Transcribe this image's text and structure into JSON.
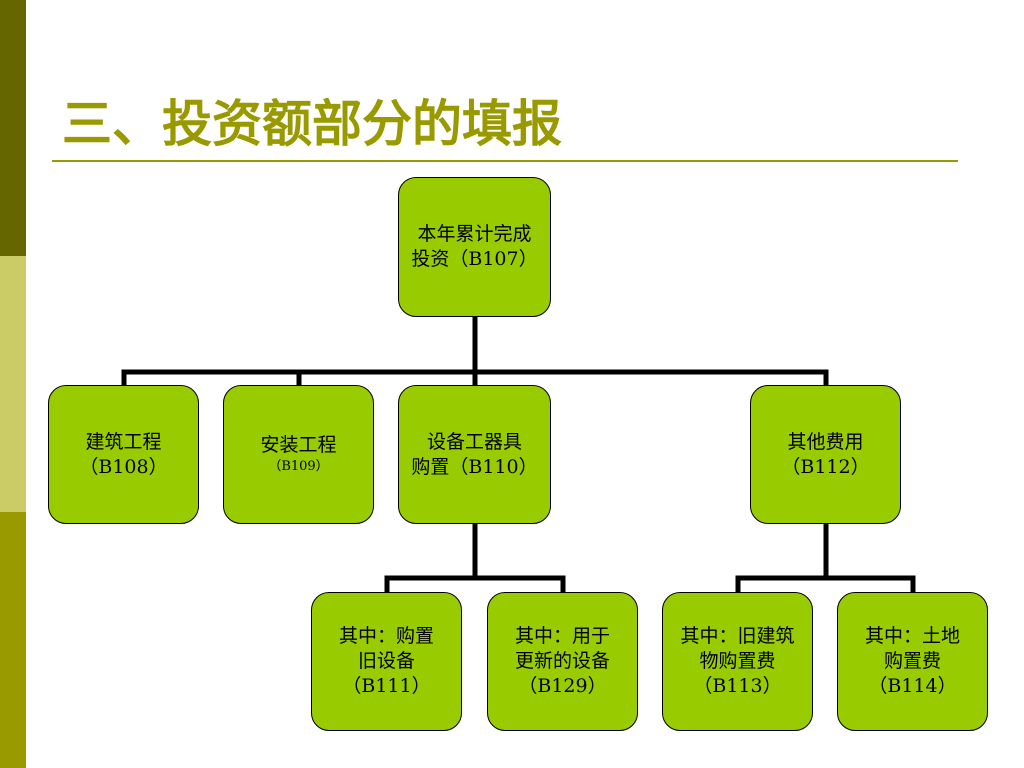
{
  "slide": {
    "title": "三、投资额部分的填报"
  },
  "diagram": {
    "root": {
      "line1": "本年累计完成",
      "line2": "投资（B107）"
    },
    "b108": {
      "line1": "建筑工程",
      "line2": "（B108）"
    },
    "b109": {
      "line1": "安装工程",
      "line2": "（B109）"
    },
    "b110": {
      "line1": "设备工器具",
      "line2": "购置（B110）"
    },
    "b112": {
      "line1": "其他费用",
      "line2": "（B112）"
    },
    "b111": {
      "line1": "其中：购置",
      "line2": "旧设备",
      "line3": "（B111）"
    },
    "b129": {
      "line1": "其中：用于",
      "line2": "更新的设备",
      "line3": "（B129）"
    },
    "b113": {
      "line1": "其中：旧建筑",
      "line2": "物购置费",
      "line3": "（B113）"
    },
    "b114": {
      "line1": "其中：土地",
      "line2": "购置费",
      "line3": "（B114）"
    }
  },
  "colors": {
    "node_fill": "#99cc00",
    "title": "#999900",
    "side_bar": [
      "#666600",
      "#cccc66",
      "#999900"
    ]
  }
}
